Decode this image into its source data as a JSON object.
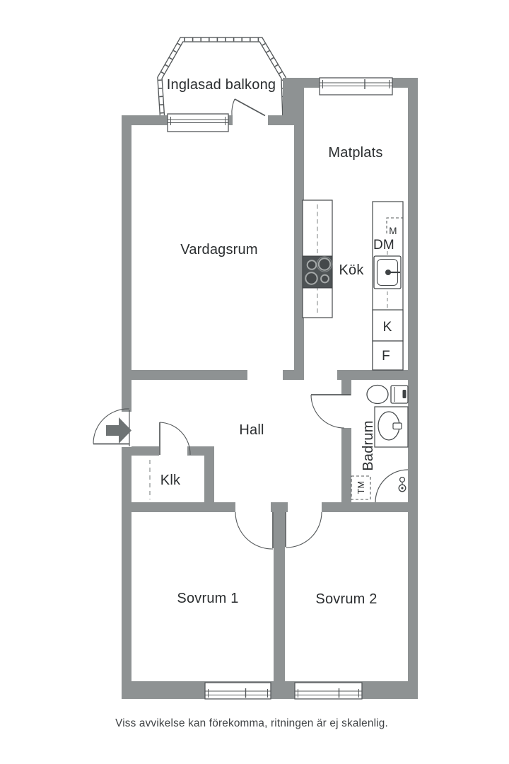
{
  "floorplan": {
    "labels": {
      "balcony": "Inglasad balkong",
      "dining": "Matplats",
      "living": "Vardagsrum",
      "kitchen": "Kök",
      "hall": "Hall",
      "closet": "Klk",
      "bathroom": "Badrum",
      "bedroom1": "Sovrum 1",
      "bedroom2": "Sovrum 2"
    },
    "appliances": {
      "microwave": "M",
      "dishwasher": "DM",
      "fridge": "K",
      "freezer": "F",
      "washing_machine": "TM"
    },
    "disclaimer": "Viss avvikelse kan förekomma, ritningen är ej skalenlig.",
    "colors": {
      "wall": "#8e9293",
      "line": "#54585a",
      "fixture_line": "#45494b",
      "dark_fixture": "#3f4345",
      "text": "#2b2e30",
      "disclaimer_text": "#3e4143",
      "background": "#ffffff"
    },
    "icons": {
      "entrance": "entrance-arrow-icon",
      "stove": "stove-icon",
      "sink": "sink-icon",
      "toilet": "toilet-icon",
      "washbasin": "washbasin-icon",
      "shower": "shower-icon"
    }
  }
}
